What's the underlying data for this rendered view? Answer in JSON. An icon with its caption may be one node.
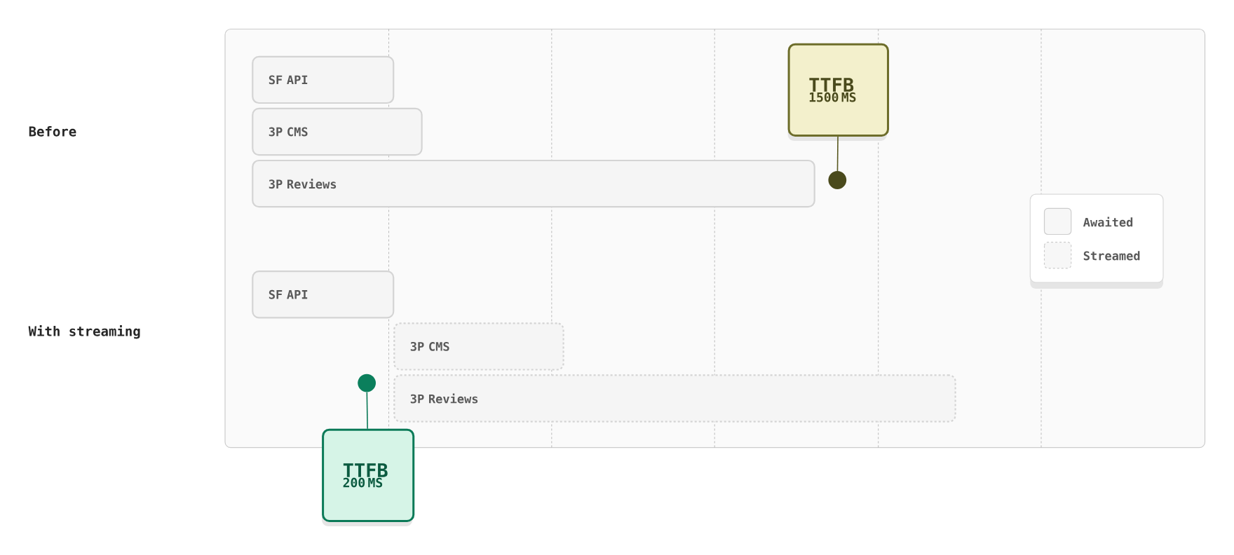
{
  "diagram": {
    "nodes": [
      {
        "text": [
          "SF API"
        ]
      },
      {
        "text": [
          "3P CMS"
        ]
      },
      {
        "text": [
          "3P Reviews"
        ]
      },
      {
        "text": [
          "TTFB",
          "1500 MS"
        ]
      },
      {
        "text": [],
        "shape": "circle"
      },
      {
        "text": [
          "SF API"
        ]
      },
      {
        "text": [
          "3P CMS"
        ]
      },
      {
        "text": [
          "3P Reviews"
        ]
      },
      {
        "text": [],
        "shape": "circle"
      },
      {
        "text": [
          "TTFB",
          "200 MS"
        ]
      }
    ],
    "edges": [
      {
        "from": 3,
        "to": 4,
        "arrow": "none",
        "color": "#5a5a22"
      },
      {
        "from": 9,
        "to": 8,
        "arrow": "none",
        "color": "#0b7a58"
      }
    ],
    "labels": [
      "Before",
      "With streaming"
    ],
    "legend": [
      {
        "text": "Awaited"
      },
      {
        "text": "Streamed"
      }
    ]
  }
}
